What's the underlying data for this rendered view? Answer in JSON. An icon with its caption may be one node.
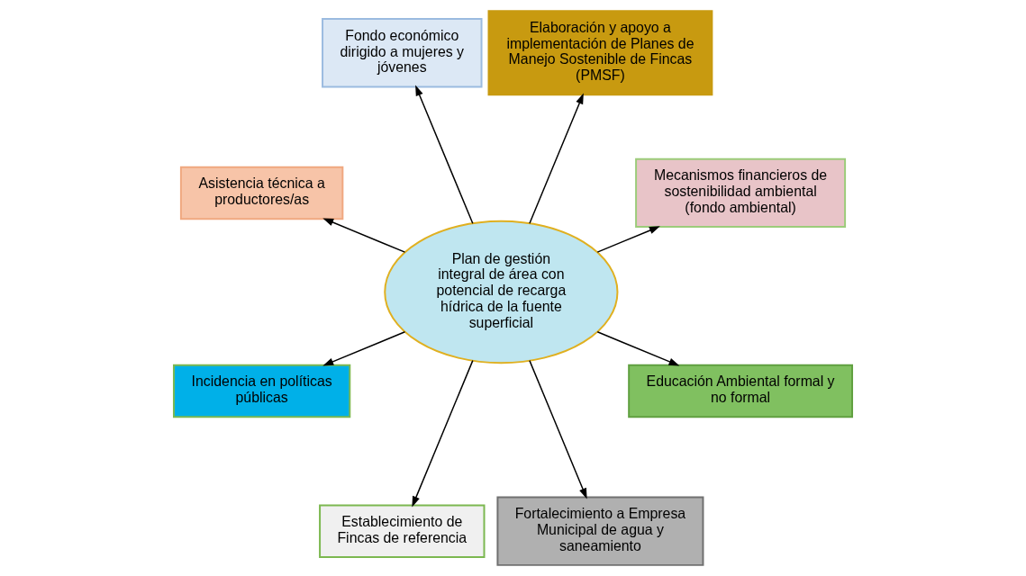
{
  "diagram": {
    "nodes": [
      {
        "text": [
          "Plan de gestión integral de área con potencial de recarga hídrica de la fuente superficial"
        ]
      },
      {
        "text": [
          "Mecanismos financieros de sostenibilidad ambiental (fondo ambiental)"
        ]
      },
      {
        "text": [
          "Elaboración y apoyo a implementación de Planes de Manejo Sostenible de Fincas (PMSF)"
        ]
      },
      {
        "text": [
          "Fondo económico dirigido a mujeres y jóvenes"
        ]
      },
      {
        "text": [
          "Asistencia técnica a productores/as"
        ]
      },
      {
        "text": [
          "Incidencia en políticas públicas"
        ]
      },
      {
        "text": [
          "Establecimiento de Fincas de referencia"
        ]
      },
      {
        "text": [
          "Fortalecimiento a Empresa Municipal de agua y saneamiento"
        ]
      },
      {
        "text": [
          "Educación Ambiental formal y no formal"
        ]
      }
    ],
    "edges": [
      {
        "from": 0,
        "to": 1,
        "arrow": "to"
      },
      {
        "from": 0,
        "to": 2,
        "arrow": "to"
      },
      {
        "from": 0,
        "to": 3,
        "arrow": "to"
      },
      {
        "from": 0,
        "to": 4,
        "arrow": "to"
      },
      {
        "from": 0,
        "to": 5,
        "arrow": "to"
      },
      {
        "from": 0,
        "to": 6,
        "arrow": "to"
      },
      {
        "from": 0,
        "to": 7,
        "arrow": "to"
      },
      {
        "from": 0,
        "to": 8,
        "arrow": "to"
      }
    ]
  }
}
